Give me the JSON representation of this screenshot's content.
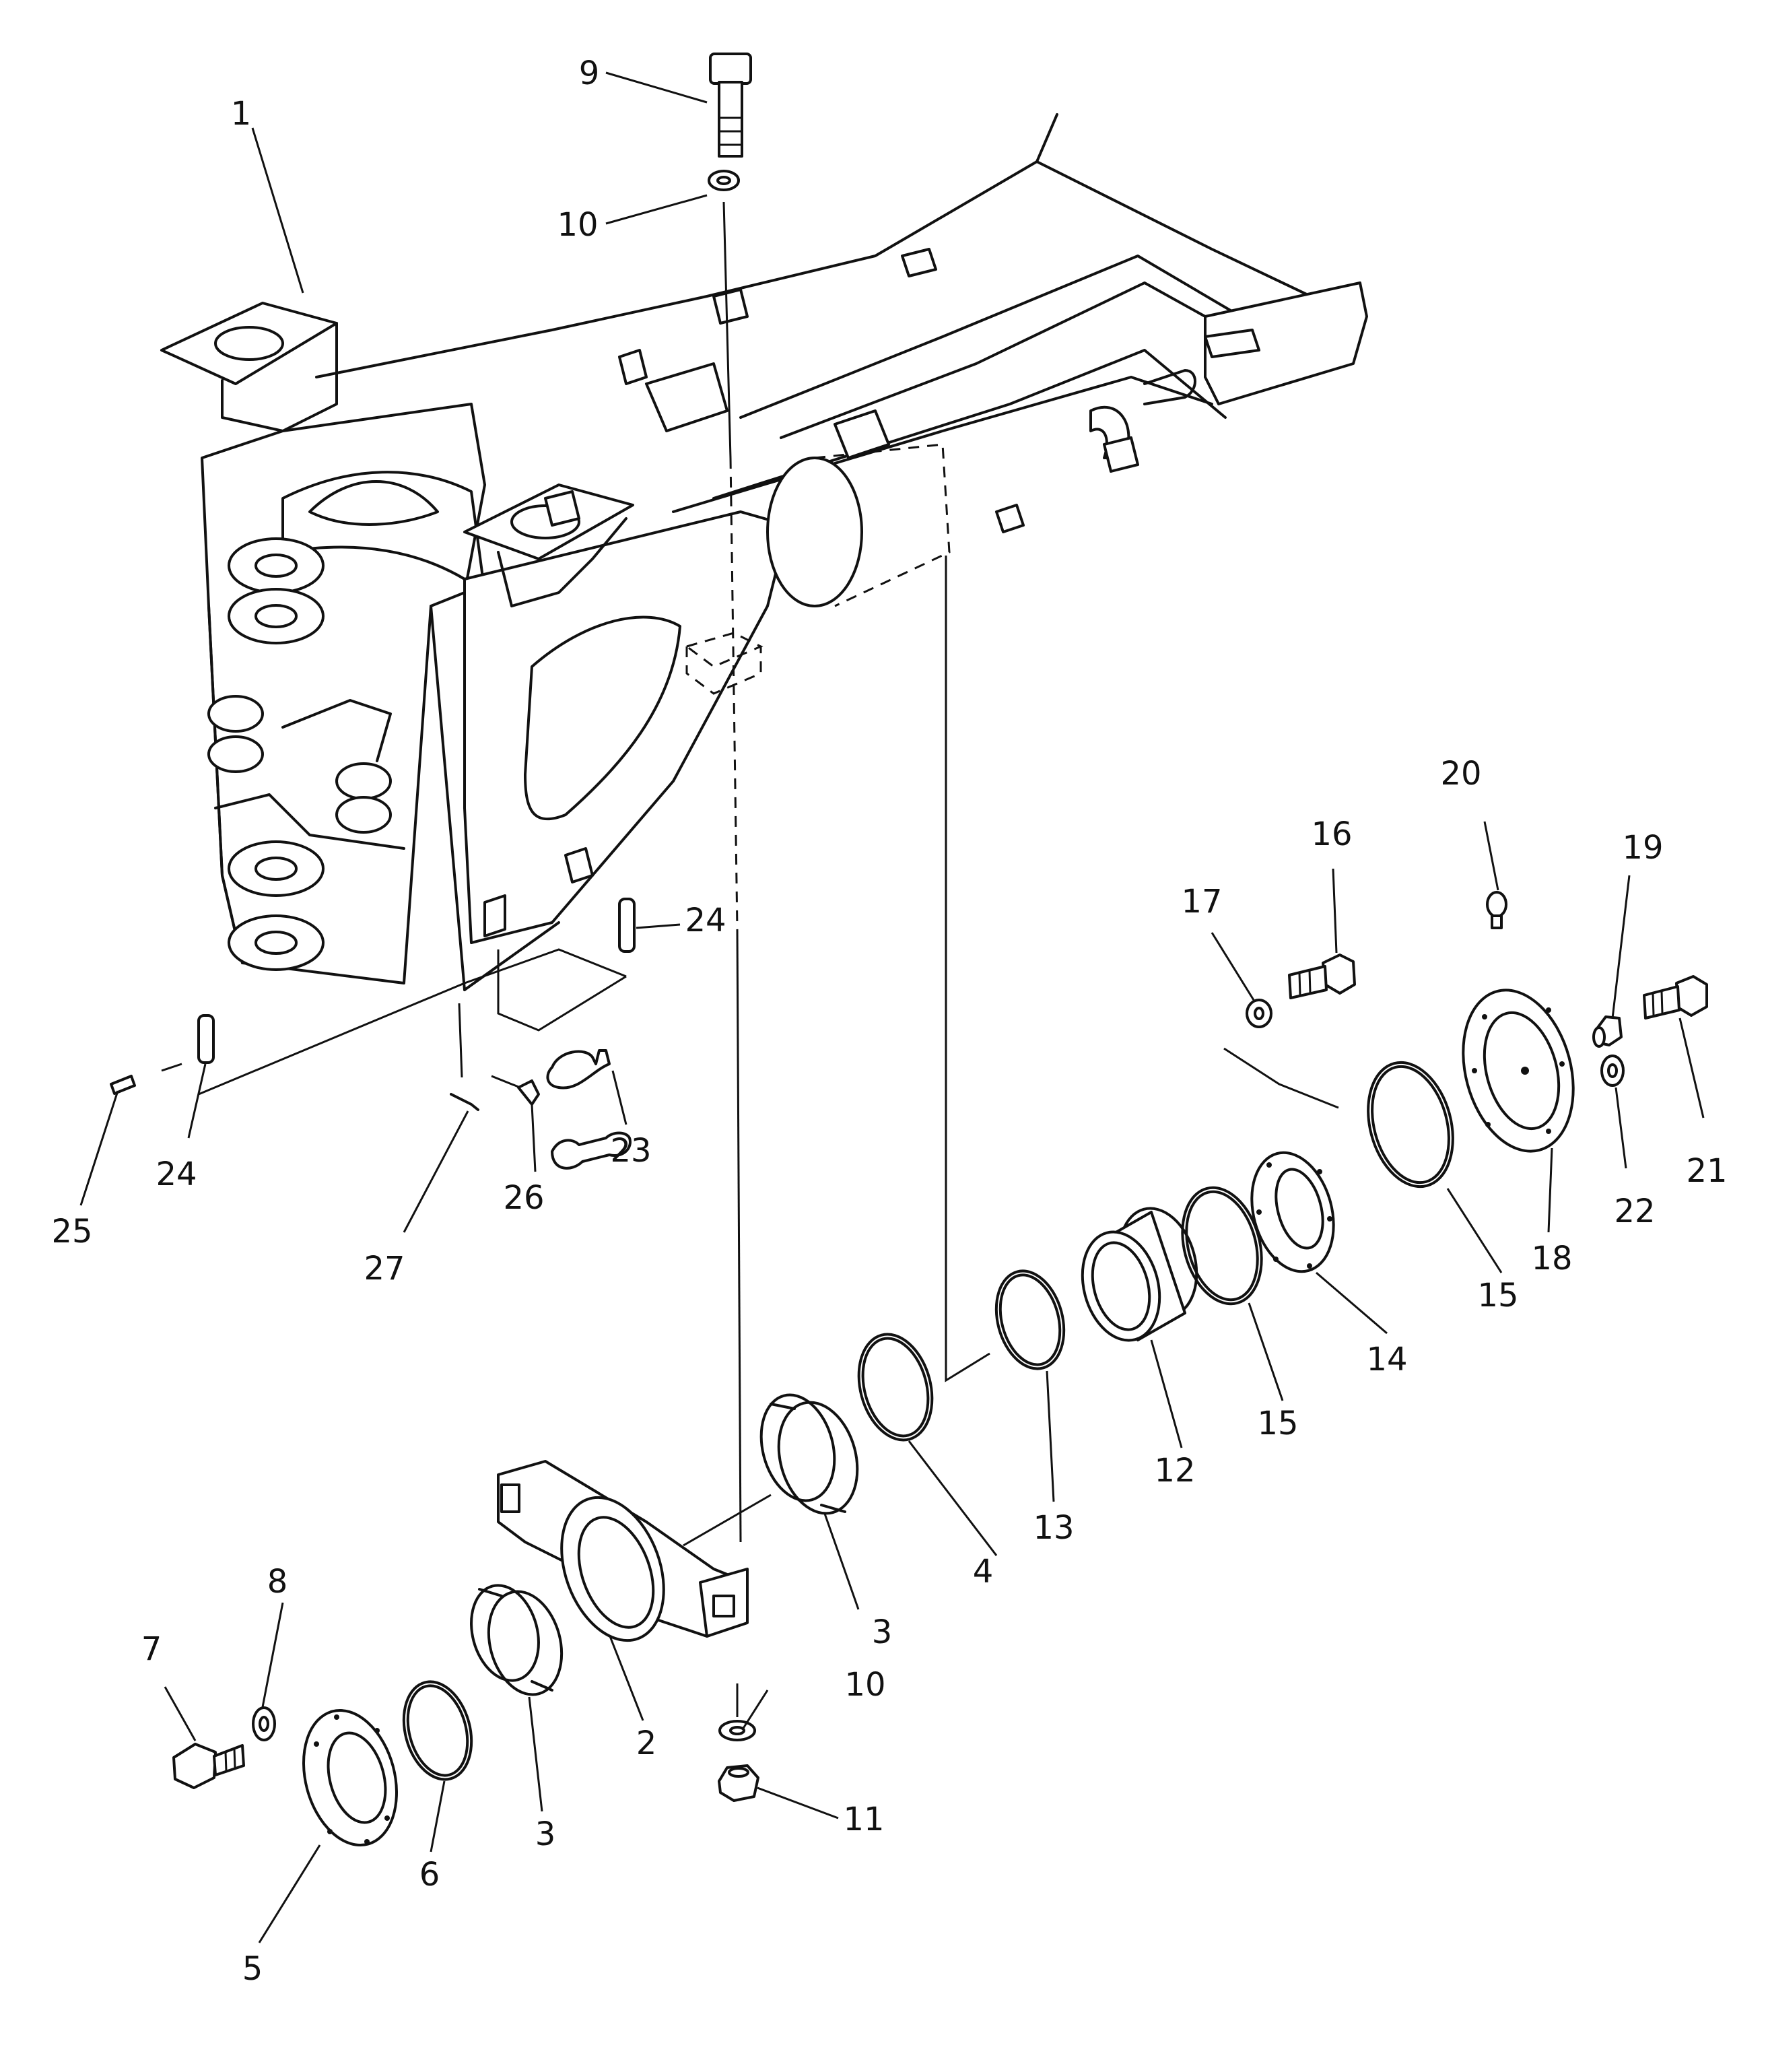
{
  "callouts": {
    "c1": "1",
    "c2": "2",
    "c3a": "3",
    "c3b": "3",
    "c4": "4",
    "c5": "5",
    "c6": "6",
    "c7": "7",
    "c8": "8",
    "c9": "9",
    "c10a": "10",
    "c10b": "10",
    "c11": "11",
    "c12": "12",
    "c13": "13",
    "c14": "14",
    "c15a": "15",
    "c15b": "15",
    "c16": "16",
    "c17": "17",
    "c18": "18",
    "c19": "19",
    "c20": "20",
    "c21": "21",
    "c22": "22",
    "c23": "23",
    "c24a": "24",
    "c24b": "24",
    "c25": "25",
    "c26": "26",
    "c27": "27"
  }
}
